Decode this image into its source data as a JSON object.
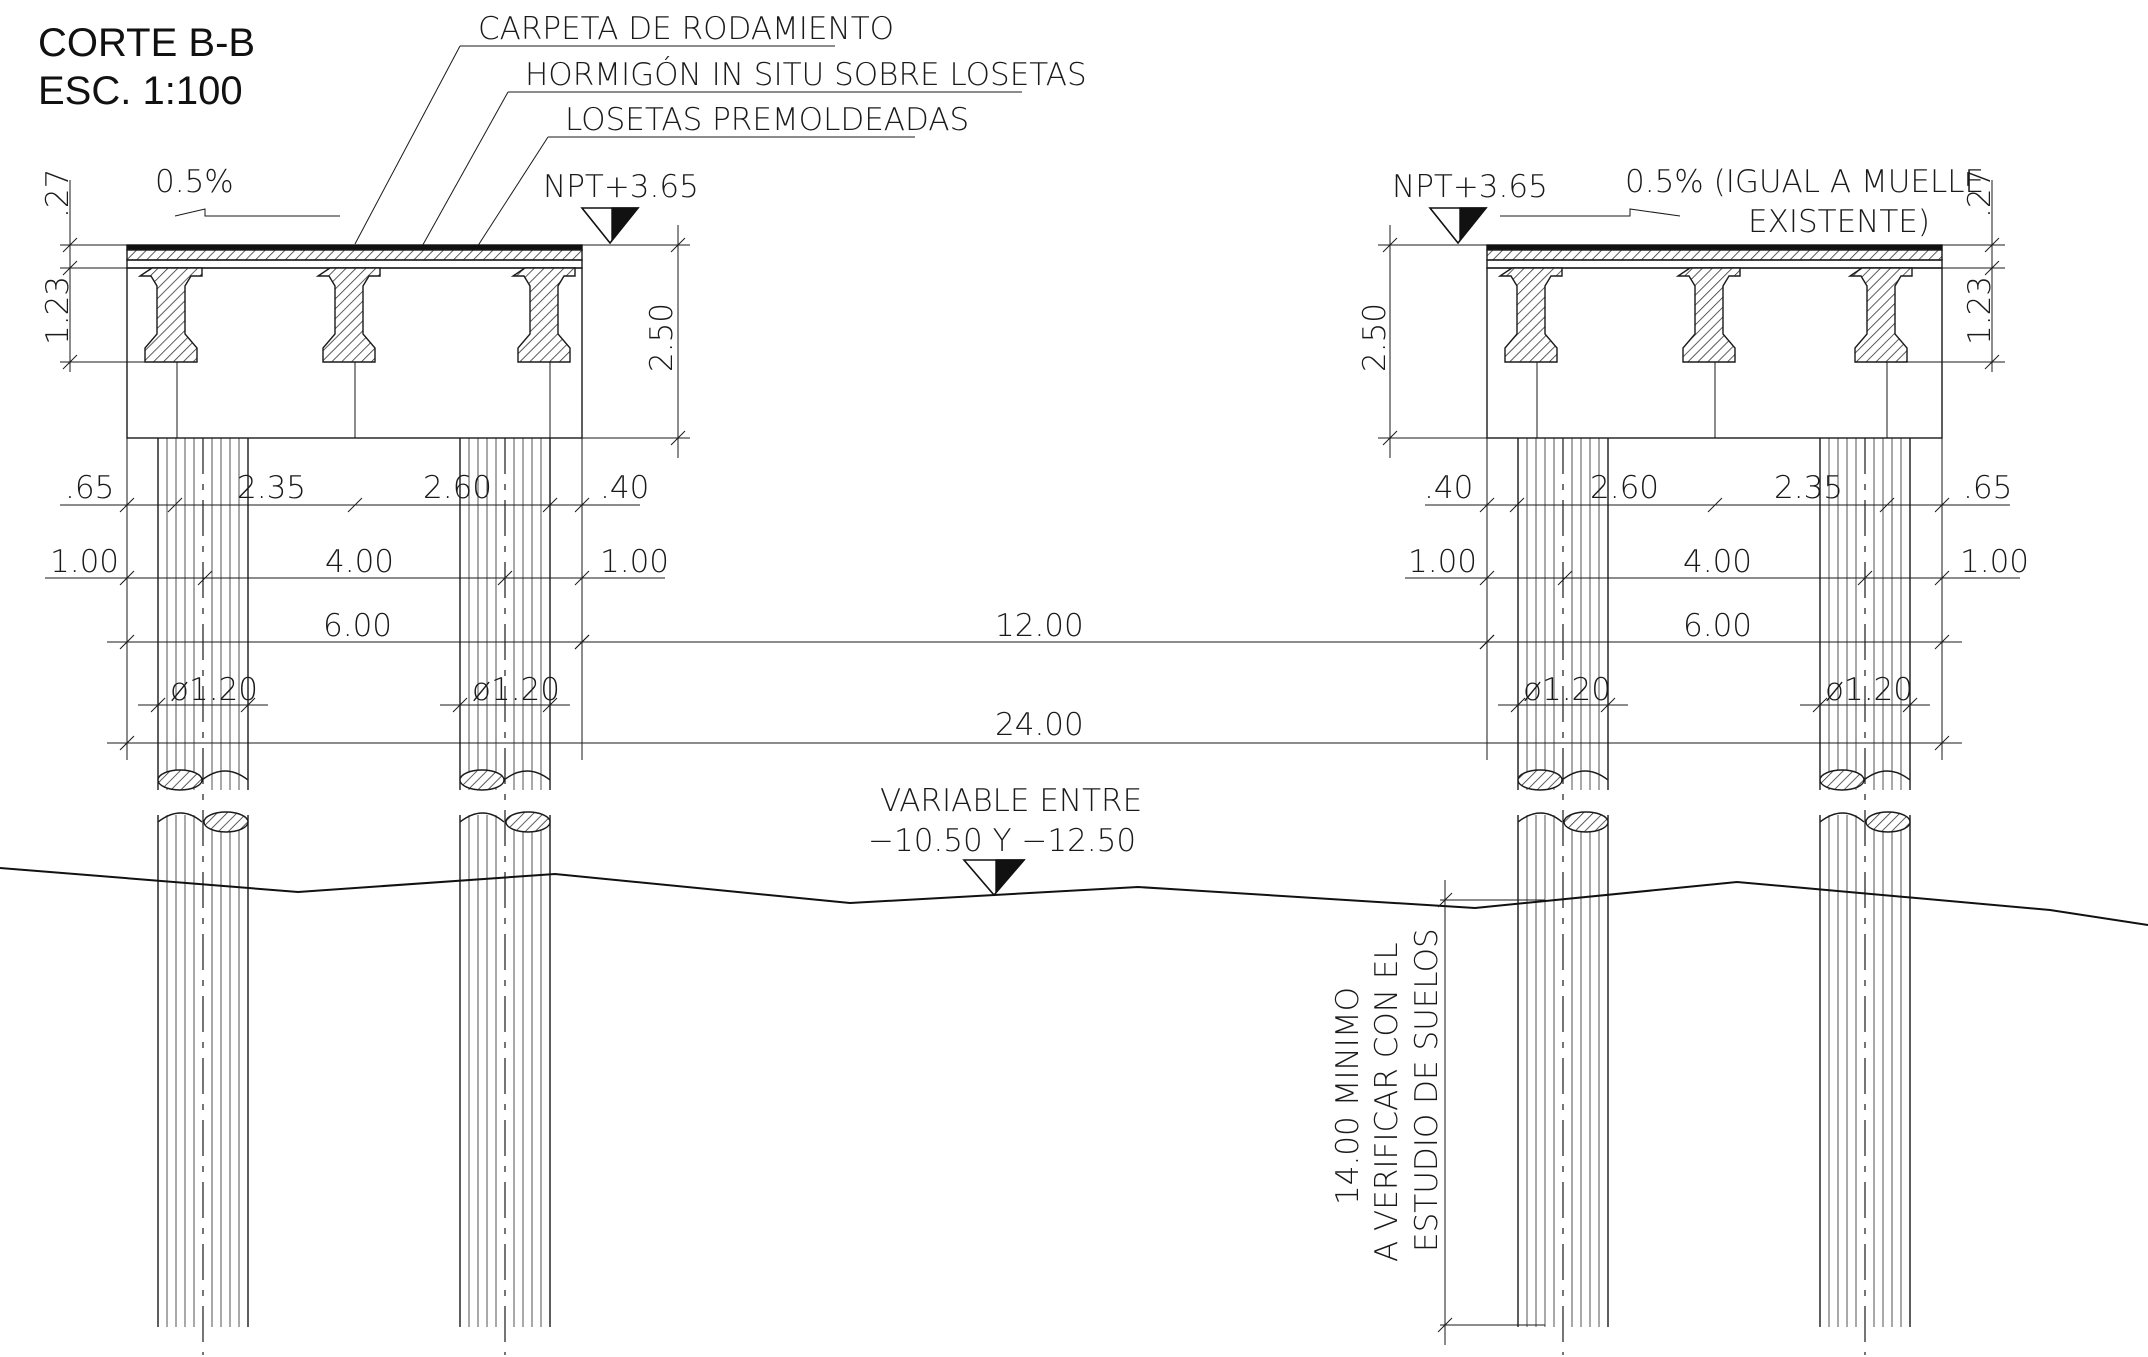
{
  "title": {
    "line1": "CORTE B-B",
    "line2": "ESC. 1:100"
  },
  "layers": {
    "carpeta": "CARPETA DE RODAMIENTO",
    "hormigon": "HORMIGÓN IN SITU SOBRE LOSETAS",
    "losetas": "LOSETAS PREMOLDEADAS"
  },
  "levels": {
    "npt_left": "NPT+3.65",
    "npt_right": "NPT+3.65",
    "slope_left": "0.5%",
    "slope_right_line1": "0.5% (IGUAL A MUELLE",
    "slope_right_line2": "EXISTENTE)",
    "seabed_line1": "VARIABLE ENTRE",
    "seabed_line2": "−10.50 Y −12.50"
  },
  "dimensions": {
    "left": {
      "deck": ".27",
      "beam": "1.23",
      "cap_height": "2.50",
      "row1": [
        ".65",
        "2.35",
        "2.60",
        ".40"
      ],
      "row2": [
        "1.00",
        "4.00",
        "1.00"
      ],
      "row3": "6.00",
      "pile_dia": [
        "ø1.20",
        "ø1.20"
      ]
    },
    "right": {
      "deck": ".27",
      "beam": "1.23",
      "cap_height": "2.50",
      "row1": [
        ".40",
        "2.60",
        "2.35",
        ".65"
      ],
      "row2": [
        "1.00",
        "4.00",
        "1.00"
      ],
      "row3": "6.00",
      "pile_dia": [
        "ø1.20",
        "ø1.20"
      ]
    },
    "span": "12.00",
    "total": "24.00",
    "pile_embed_line1": "14.00 MINIMO",
    "pile_embed_line2": "A VERIFICAR CON EL",
    "pile_embed_line3": "ESTUDIO DE SUELOS"
  }
}
